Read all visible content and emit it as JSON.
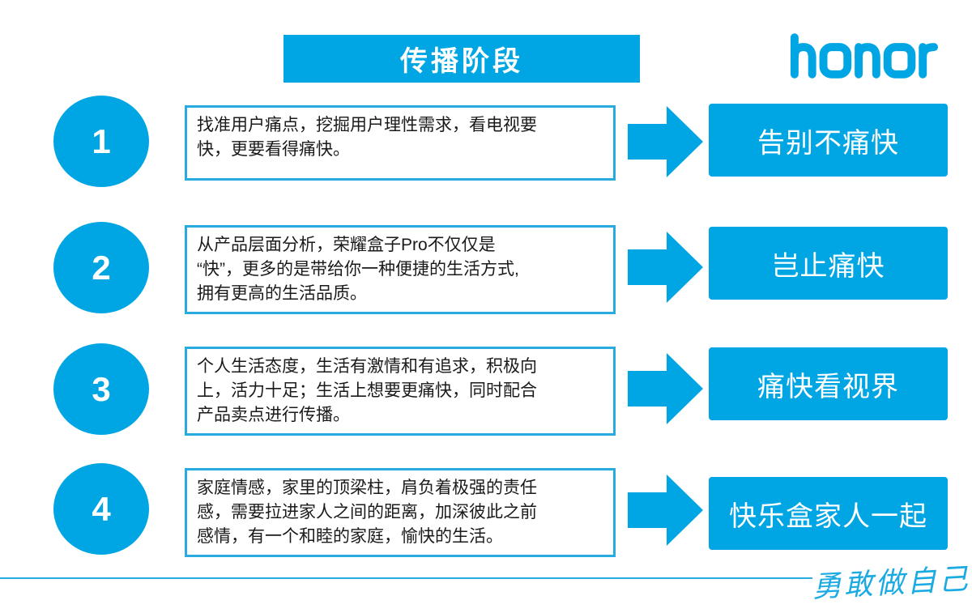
{
  "page": {
    "accent": "#00A6E3",
    "border_color": "#29ABE2",
    "background": "#ffffff"
  },
  "header": {
    "title": "传播阶段"
  },
  "logo": {
    "brand": "honor"
  },
  "stages": [
    {
      "number": "1",
      "description": "找准用户痛点，挖掘用户理性需求，看电视要\n快，更要看得痛快。",
      "result": "告别不痛快"
    },
    {
      "number": "2",
      "description": "从产品层面分析，荣耀盒子Pro不仅仅是\n“快”，更多的是带给你一种便捷的生活方式,\n拥有更高的生活品质。",
      "result": "岂止痛快"
    },
    {
      "number": "3",
      "description": "个人生活态度，生活有激情和有追求，积极向\n上，活力十足；生活上想要更痛快，同时配合\n产品卖点进行传播。",
      "result": "痛快看视界"
    },
    {
      "number": "4",
      "description": "家庭情感，家里的顶梁柱，肩负着极强的责任\n感，需要拉进家人之间的距离，加深彼此之前\n感情，有一个和睦的家庭，愉快的生活。",
      "result": "快乐盒家人一起"
    }
  ],
  "footer": {
    "slogan": "勇敢做自己"
  }
}
